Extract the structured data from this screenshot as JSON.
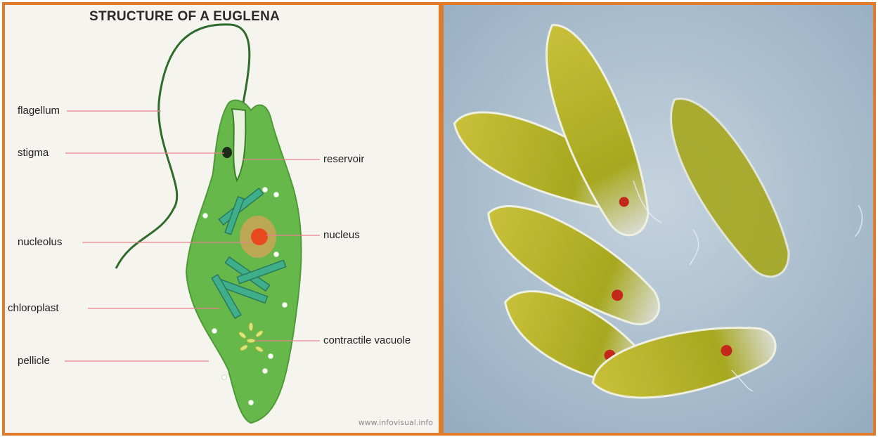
{
  "diagram": {
    "title": "STRUCTURE OF A EUGLENA",
    "labels": {
      "flagellum": "flagellum",
      "stigma": "stigma",
      "nucleolus": "nucleolus",
      "chloroplast": "chloroplast",
      "pellicle": "pellicle",
      "reservoir": "reservoir",
      "nucleus": "nucleus",
      "contractile_vacuole": "contractile vacuole"
    },
    "watermark": "www.infovisual.info",
    "colors": {
      "border": "#e07b2c",
      "body_green": "#66b84a",
      "leader_line": "#e8808c",
      "nucleus": "#e8491e",
      "chloroplast": "#3fae8a"
    }
  },
  "photo": {
    "subject": "micrograph-euglena-cells",
    "colors": {
      "background": "#b3c5d3",
      "cell": "#b8b92c",
      "eyespot": "#c4281a"
    }
  }
}
